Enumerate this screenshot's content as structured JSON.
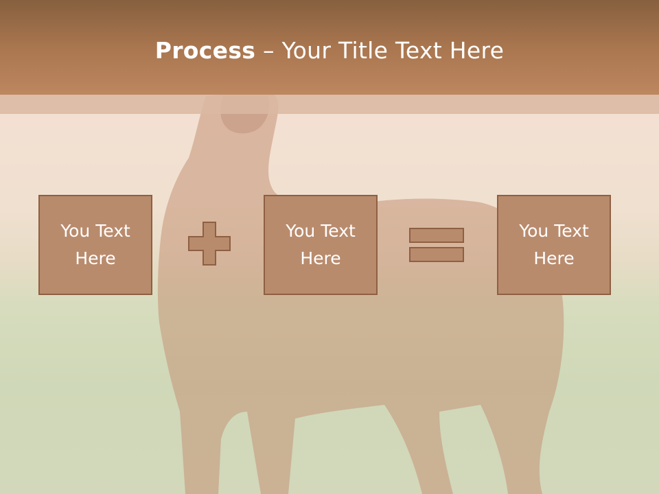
{
  "title": {
    "bold": "Process",
    "rest": " – Your Title Text Here"
  },
  "boxes": [
    {
      "line1": "You Text",
      "line2": "Here"
    },
    {
      "line1": "You Text",
      "line2": "Here"
    },
    {
      "line1": "You Text",
      "line2": "Here"
    }
  ],
  "colors": {
    "title_bar": "#a9764f",
    "box_fill": "#b98b6d",
    "box_border": "#8e5f42",
    "text": "#ffffff"
  },
  "icons": [
    "plus-icon",
    "equals-icon"
  ]
}
